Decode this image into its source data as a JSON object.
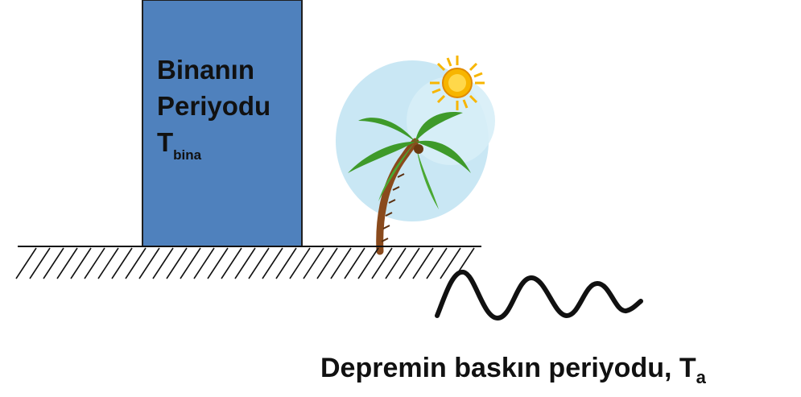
{
  "building": {
    "line1": "Binanın",
    "line2": "Periyodu",
    "symbol": "T",
    "subscript": "bina"
  },
  "earthquake": {
    "text": "Depremin baskın periyodu, ",
    "symbol": "T",
    "subscript": "a"
  },
  "colors": {
    "building_fill": "#4f81bd",
    "ink": "#111111",
    "sky": "#bfe3f2",
    "sun": "#f7b500",
    "palm_trunk": "#8a4a1c",
    "palm_leaves": "#3e9a2a"
  },
  "icons": {
    "palm": "palm-tree-icon",
    "sun": "sun-icon"
  }
}
